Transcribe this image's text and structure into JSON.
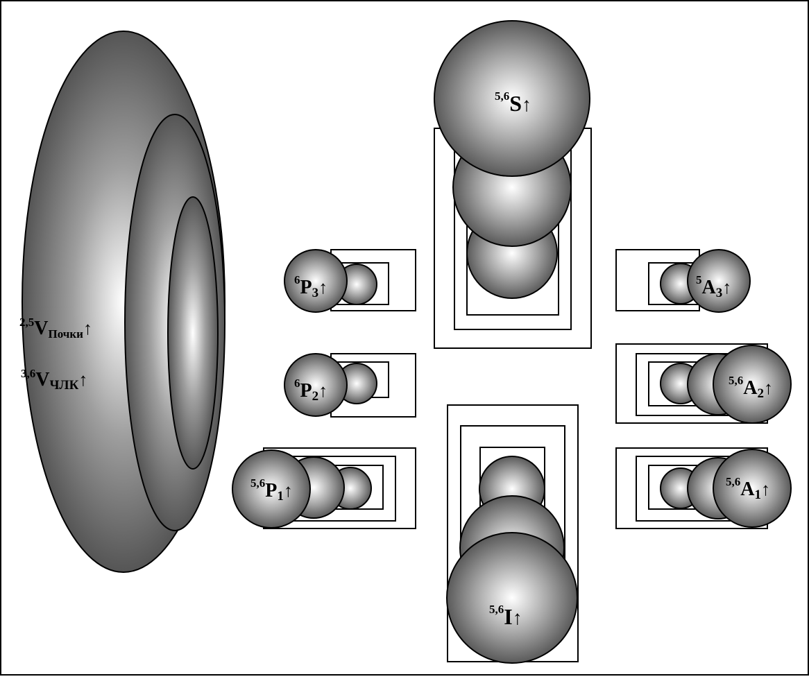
{
  "diagram": {
    "labels": {
      "v_upper": {
        "sup": "2,5",
        "main": "V",
        "sub": "Почки",
        "arrow": "↑"
      },
      "v_lower": {
        "sup": "3,6",
        "main": "V",
        "sub": "ЧЛК",
        "arrow": "↑"
      },
      "s": {
        "sup": "5,6",
        "main": "S",
        "sub": "",
        "arrow": "↑"
      },
      "i": {
        "sup": "5,6",
        "main": "I",
        "sub": "",
        "arrow": "↑"
      },
      "p3": {
        "sup": "6",
        "main": "P",
        "sub": "3",
        "arrow": "↑"
      },
      "p2": {
        "sup": "6",
        "main": "P",
        "sub": "2",
        "arrow": "↑"
      },
      "p1": {
        "sup": "5,6",
        "main": "P",
        "sub": "1",
        "arrow": "↑"
      },
      "a3": {
        "sup": "5",
        "main": "A",
        "sub": "3",
        "arrow": "↑"
      },
      "a2": {
        "sup": "5,6",
        "main": "A",
        "sub": "2",
        "arrow": "↑"
      },
      "a1": {
        "sup": "5,6",
        "main": "A",
        "sub": "1",
        "arrow": "↑"
      }
    },
    "colors": {
      "highlight": "#ffffff",
      "mid": "#a6a6a6",
      "shadow": "#5a5a5a",
      "stroke": "#000000",
      "background": "#ffffff"
    }
  }
}
